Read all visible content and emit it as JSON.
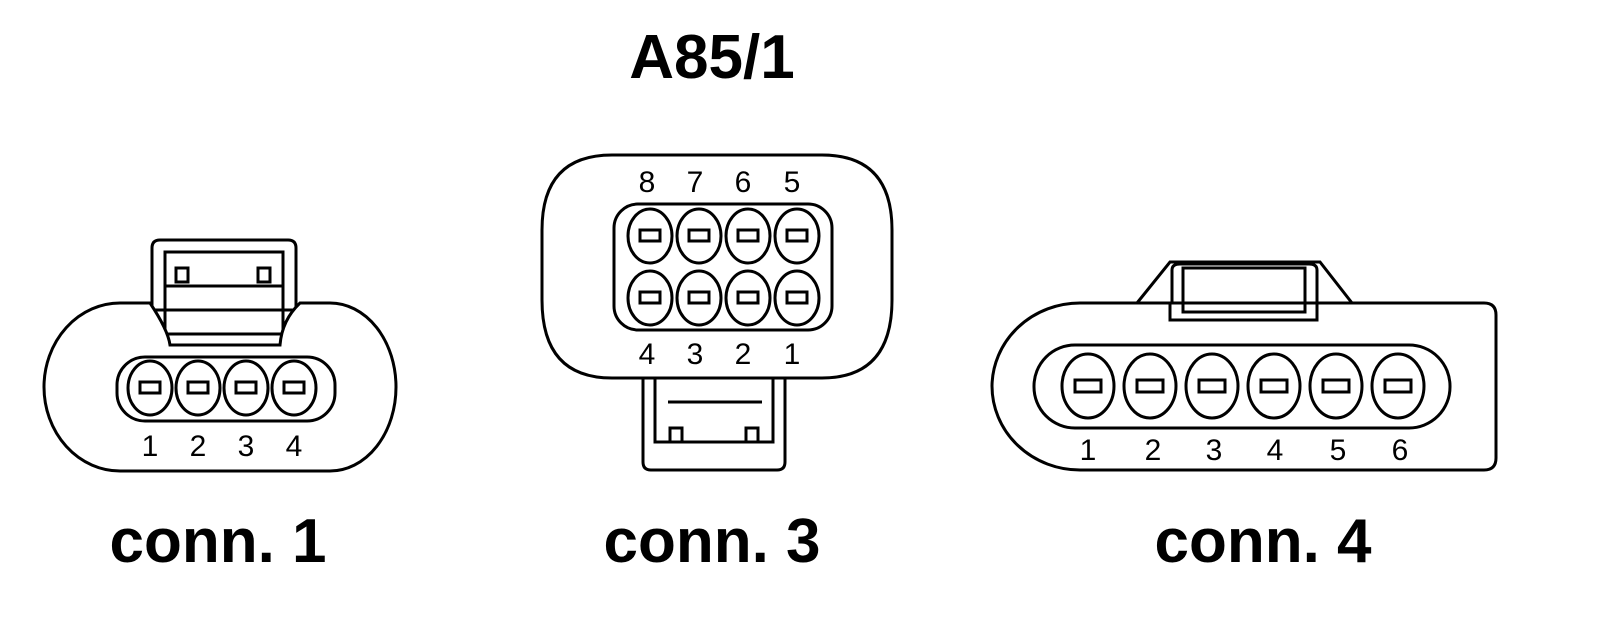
{
  "title": "A85/1",
  "connectors": [
    {
      "label": "conn. 1",
      "pins_bottom": [
        "1",
        "2",
        "3",
        "4"
      ]
    },
    {
      "label": "conn. 3",
      "pins_top": [
        "8",
        "7",
        "6",
        "5"
      ],
      "pins_bottom": [
        "4",
        "3",
        "2",
        "1"
      ]
    },
    {
      "label": "conn. 4",
      "pins_bottom": [
        "1",
        "2",
        "3",
        "4",
        "5",
        "6"
      ]
    }
  ]
}
